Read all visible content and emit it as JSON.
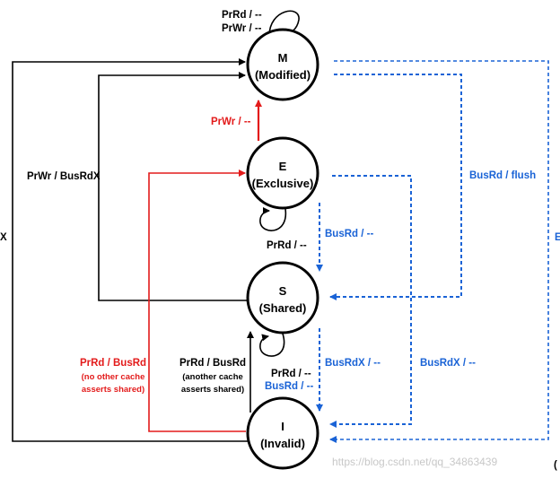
{
  "states": [
    {
      "id": "M",
      "name": "M",
      "desc": "(Modified)"
    },
    {
      "id": "E",
      "name": "E",
      "desc": "(Exclusive)"
    },
    {
      "id": "S",
      "name": "S",
      "desc": "(Shared)"
    },
    {
      "id": "I",
      "name": "I",
      "desc": "(Invalid)"
    }
  ],
  "labels": {
    "m_self_prrd": "PrRd / --",
    "m_self_prwr": "PrWr / --",
    "e_to_m": "PrWr / --",
    "s_i_to_m": "PrWr / BusRdX",
    "left_edge_fragment": "X",
    "e_self": "PrRd / --",
    "e_to_s": "BusRd / --",
    "m_to_s": "BusRd / flush",
    "right_edge_fragment": "E",
    "s_self_prrd": "PrRd / --",
    "s_self_busrd": "BusRd / --",
    "s_to_i": "BusRdX / --",
    "e_to_i": "BusRdX / --",
    "i_to_e_main": "PrRd / BusRd",
    "i_to_e_note1": "(no other cache",
    "i_to_e_note2": "asserts shared)",
    "i_to_s_main": "PrRd / BusRd",
    "i_to_s_note1": "(another cache",
    "i_to_s_note2": "asserts shared)",
    "watermark": "https://blog.csdn.net/qq_34863439",
    "corner_fragment": "("
  },
  "colors": {
    "black": "#000000",
    "red": "#e31b1b",
    "blue": "#1a63d6"
  }
}
